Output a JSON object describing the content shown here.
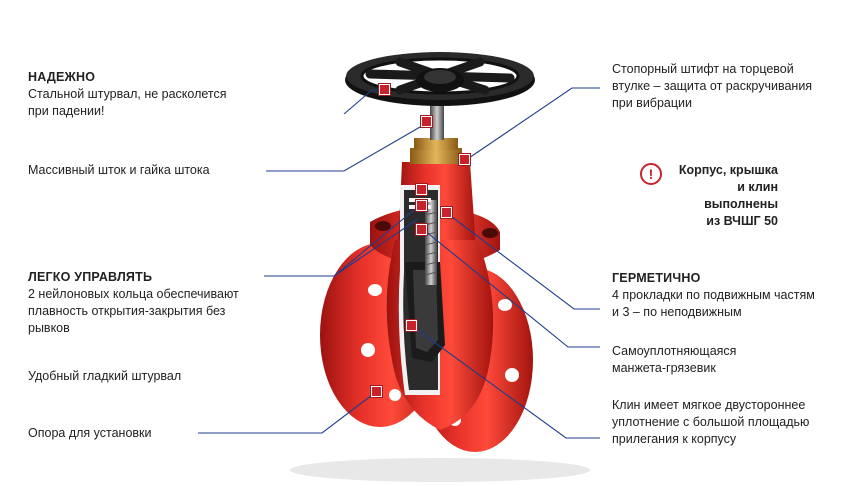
{
  "colors": {
    "accent": "#c8222a",
    "valve_body": "#e0261e",
    "line": "#1f3c8c",
    "handwheel": "#1a1a1a",
    "brass": "#c7922f"
  },
  "callouts": {
    "reliable": {
      "heading": "НАДЕЖНО",
      "line1": "Стальной штурвал, не расколется",
      "line2": "при падении!"
    },
    "stem": "Массивный шток и гайка штока",
    "easy": {
      "heading": "ЛЕГКО УПРАВЛЯТЬ",
      "line1": "2 нейлоновых кольца обеспечивают",
      "line2": "плавность открытия-закрытия без",
      "line3": "рывков"
    },
    "handwheel": "Удобный гладкий штурвал",
    "support": "Опора для установки",
    "pin": {
      "line1": "Стопорный штифт на торцевой",
      "line2": "втулке – защита от раскручивания",
      "line3": "при вибрации"
    },
    "material_note": {
      "icon": "exclamation-icon",
      "symbol": "!",
      "line1": "Корпус, крышка",
      "line2": "и клин выполнены",
      "line3": "из ВЧШГ 50"
    },
    "sealed": {
      "heading": "ГЕРМЕТИЧНО",
      "line1": "4 прокладки по подвижным частям",
      "line2": "и 3 – по неподвижным"
    },
    "cuff": {
      "line1": "Самоуплотняющаяся",
      "line2": "манжета-грязевик"
    },
    "wedge": {
      "line1": "Клин имеет мягкое двустороннее",
      "line2": "уплотнение с большой площадью",
      "line3": "прилегания к корпусу"
    }
  }
}
